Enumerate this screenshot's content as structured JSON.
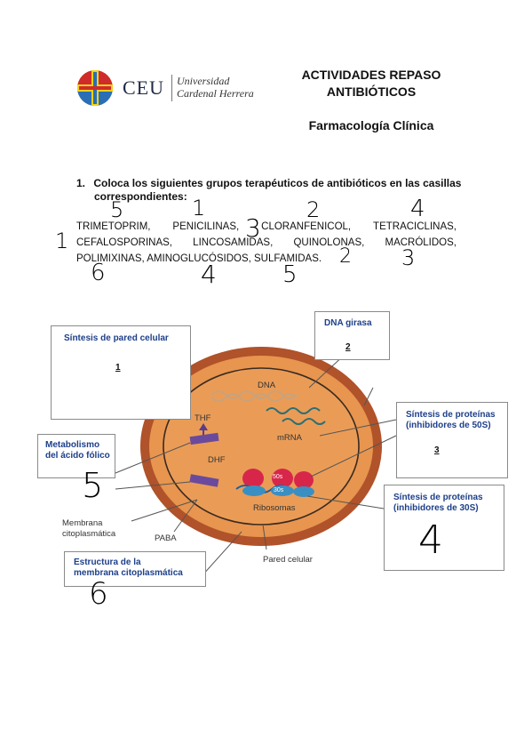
{
  "header": {
    "logo_brand": "CEU",
    "logo_line1": "Universidad",
    "logo_line2": "Cardenal Herrera",
    "title_line1": "ACTIVIDADES REPASO",
    "title_line2": "ANTIBIÓTICOS",
    "subtitle": "Farmacología Clínica"
  },
  "question": {
    "number": "1.",
    "text_line1": "Coloca los siguientes grupos terapéuticos de antibióticos en las casillas",
    "text_line2": "correspondientes:",
    "row1": [
      "TRIMETOPRIM,",
      "PENICILINAS,",
      "CLORANFENICOL,",
      "TETRACICLINAS,"
    ],
    "row2": [
      "CEFALOSPORINAS,",
      "LINCOSAMIDAS,",
      "QUINOLONAS,",
      "MACRÓLIDOS,"
    ],
    "row3": "POLIMIXINAS, AMINOGLUCÓSIDOS, SULFAMIDAS."
  },
  "handwriting": {
    "trimetoprim": "5",
    "penicilinas": "1",
    "cloranfenicol": "2",
    "tetraciclinas": "4",
    "quinolonas_top": "3",
    "cefalosporinas": "1",
    "polimixinas": "6",
    "aminoglucosidos": "4",
    "sulfamidas": "5",
    "quinolonas": "2",
    "macrolidos": "3",
    "folico_box": "5",
    "membrana_box": "6",
    "box_30s": "4"
  },
  "diagram": {
    "box_pared": "Síntesis de pared celular",
    "box_pared_answer": "1",
    "box_dna": "DNA girasa",
    "box_dna_answer": "2",
    "box_50s_line1": "Síntesis de proteínas",
    "box_50s_line2": "(inhibidores de 50S)",
    "box_50s_answer": "3",
    "box_30s_line1": "Síntesis de proteínas",
    "box_30s_line2": "(inhibidores de 30S)",
    "box_folico_line1": "Metabolismo",
    "box_folico_line2": "del ácido fólico",
    "box_membrana_line1": "Estructura de la",
    "box_membrana_line2": "membrana citoplasmática",
    "label_dna": "DNA",
    "label_mrna": "mRNA",
    "label_thf": "THF",
    "label_dhf": "DHF",
    "label_ribosomas": "Ribosomas",
    "label_membrana1": "Membrana",
    "label_membrana2": "citoplasmática",
    "label_paba": "PABA",
    "label_pared": "Pared celular",
    "ribo_50s": "50s",
    "ribo_30s": "30s",
    "colors": {
      "wall": "#b0522a",
      "cytoplasm": "#e99a55",
      "title_blue": "#1d3f8a",
      "enzyme": "#6b4a9c",
      "ribosome_red": "#d8264a",
      "ribosome_blue": "#3a8fc2"
    }
  }
}
